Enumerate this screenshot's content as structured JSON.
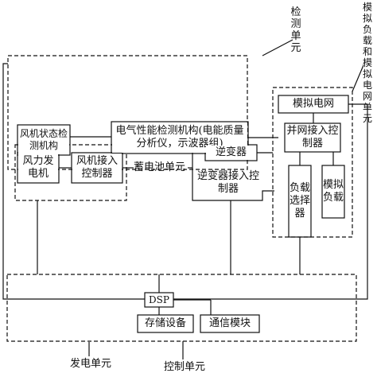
{
  "labels": {
    "detection_unit": "检测单元",
    "sim_unit": "模拟负载和模拟电网单元",
    "power_unit": "发电单元",
    "control_unit": "控制单元"
  },
  "boxes": {
    "fan_state": "风机状态检测机构",
    "elec_detect": "电气性能检测机构(电能质量分析仪，示波器组)",
    "sim_grid": "模拟电网",
    "grid_tie": "并网接入控制器",
    "load_select": "负载选择器",
    "sim_load": "模拟负载",
    "wind_gen": "风力发电机",
    "fan_access": "风机接入控制器",
    "battery": "蓄电池单元",
    "inverter": "逆变器",
    "inverter_access": "逆变器接入控制器",
    "dsp": "DSP",
    "storage": "存储设备",
    "comm": "通信模块"
  }
}
